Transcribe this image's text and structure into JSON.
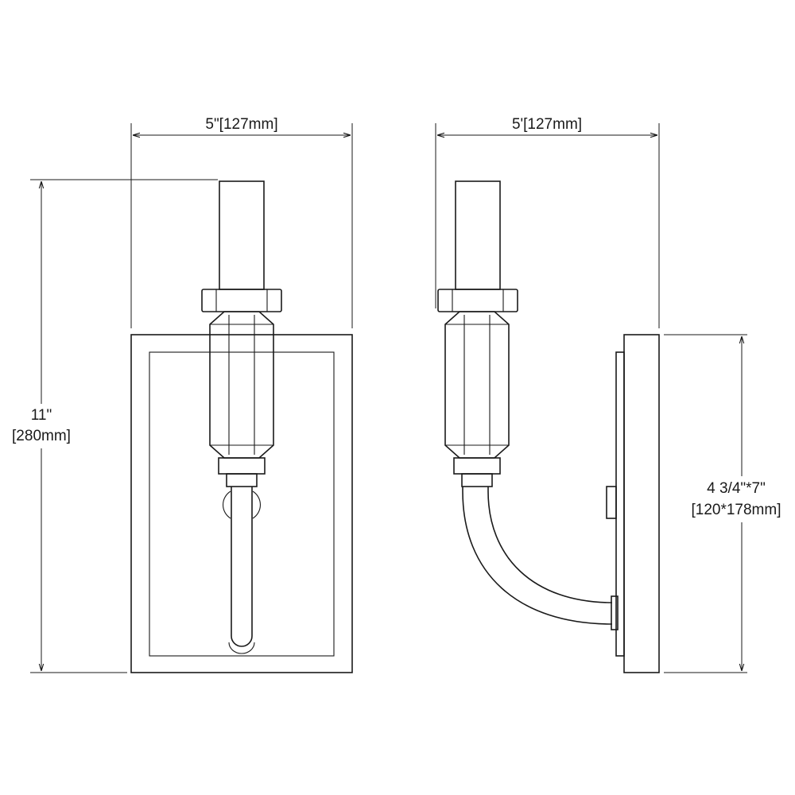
{
  "front_view": {
    "width_label": "5\"[127mm]",
    "height_label_line1": "11\"",
    "height_label_line2": "[280mm]"
  },
  "side_view": {
    "width_label": "5'[127mm]",
    "backplate_label_line1": "4 3/4\"*7\"",
    "backplate_label_line2": "[120*178mm]"
  }
}
